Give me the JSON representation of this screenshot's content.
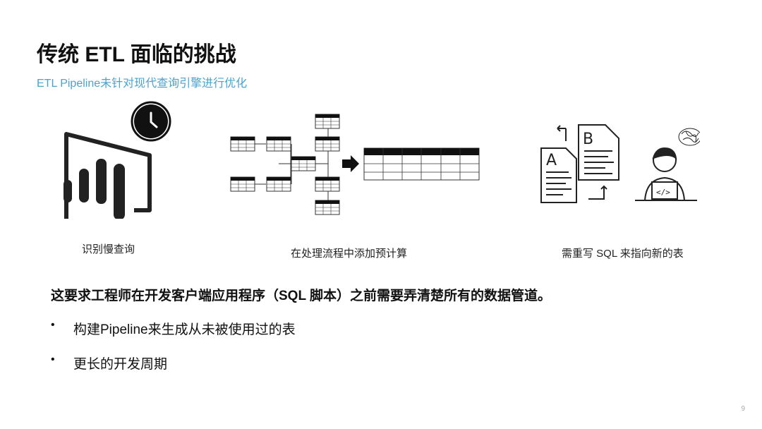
{
  "slide": {
    "title": "传统 ETL 面临的挑战",
    "subtitle": "ETL Pipeline未针对现代查询引擎进行优化",
    "figures": [
      {
        "caption": "识别慢查询",
        "icon": "powerbi-clock-icon"
      },
      {
        "caption": "在处理流程中添加预计算",
        "icon": "pipeline-tables-icon"
      },
      {
        "caption": "需重写 SQL 来指向新的表",
        "icon": "developer-documents-icon"
      }
    ],
    "statement": "这要求工程师在开发客户端应用程序（SQL 脚本）之前需要弄清楚所有的数据管道。",
    "bullets": [
      "构建Pipeline来生成从未被使用过的表",
      "更长的开发周期"
    ],
    "bullet_symbol": "•",
    "page_number": "9"
  },
  "colors": {
    "accent": "#4aa3cf",
    "text": "#111111",
    "icon": "#222222"
  }
}
